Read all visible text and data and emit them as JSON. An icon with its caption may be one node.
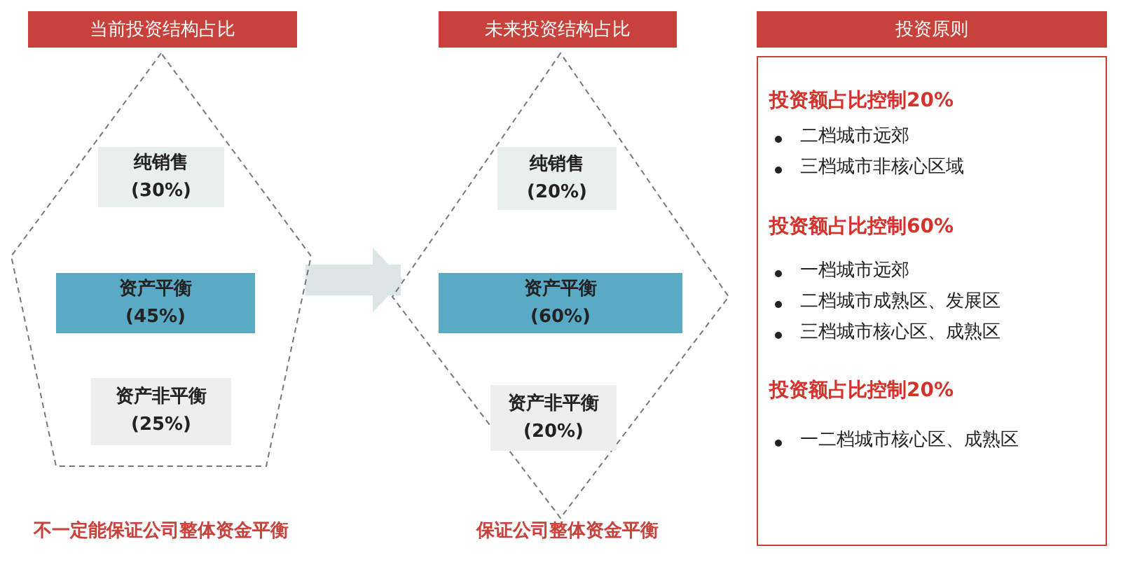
{
  "diagram": {
    "nodes": [
      {
        "text": [
          "当前投资结构占比"
        ]
      },
      {
        "text": [],
        "shape": "pentagon",
        "beside": [
          "不一定能保证公司整体资金平衡"
        ]
      },
      {
        "text": [
          "纯销售",
          "(30%)"
        ],
        "in": 1
      },
      {
        "text": [
          "资产平衡",
          "(45%)"
        ],
        "in": 1
      },
      {
        "text": [
          "资产非平衡",
          "(25%)"
        ],
        "in": 1
      },
      {
        "text": [
          "未来投资结构占比"
        ]
      },
      {
        "text": [],
        "shape": "diamond",
        "beside": [
          "保证公司整体资金平衡"
        ]
      },
      {
        "text": [
          "纯销售",
          "(20%)"
        ],
        "in": 6
      },
      {
        "text": [
          "资产平衡",
          "(60%)"
        ],
        "in": 6
      },
      {
        "text": [
          "资产非平衡",
          "(20%)"
        ],
        "in": 6
      },
      {
        "text": [
          "投资原则"
        ]
      },
      {
        "text": [
          "投资额占比控制20%",
          "二档城市远郊",
          "三档城市非核心区域",
          "投资额占比控制60%",
          "一档城市远郊",
          "二档城市成熟区、发展区",
          "三档城市核心区、成熟区",
          "投资额占比控制20%",
          "一二档城市核心区、成熟区"
        ]
      }
    ],
    "edges": [
      {
        "from": 1,
        "to": 6,
        "arrow": "to"
      }
    ]
  }
}
